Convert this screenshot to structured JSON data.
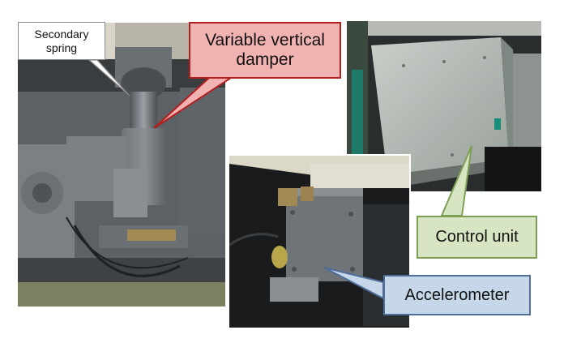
{
  "callouts": {
    "secondary_spring": "Secondary spring",
    "variable_vertical_damper": "Variable vertical damper",
    "control_unit": "Control unit",
    "accelerometer": "Accelerometer"
  },
  "colors": {
    "damper_fill": "#f1b2b2",
    "damper_border": "#b21f1f",
    "control_fill": "#d8e5c2",
    "control_border": "#7f9e55",
    "accel_fill": "#c7d7ea",
    "accel_border": "#4f6d99",
    "spring_fill": "#ffffff",
    "spring_border": "#8a8a8a"
  }
}
